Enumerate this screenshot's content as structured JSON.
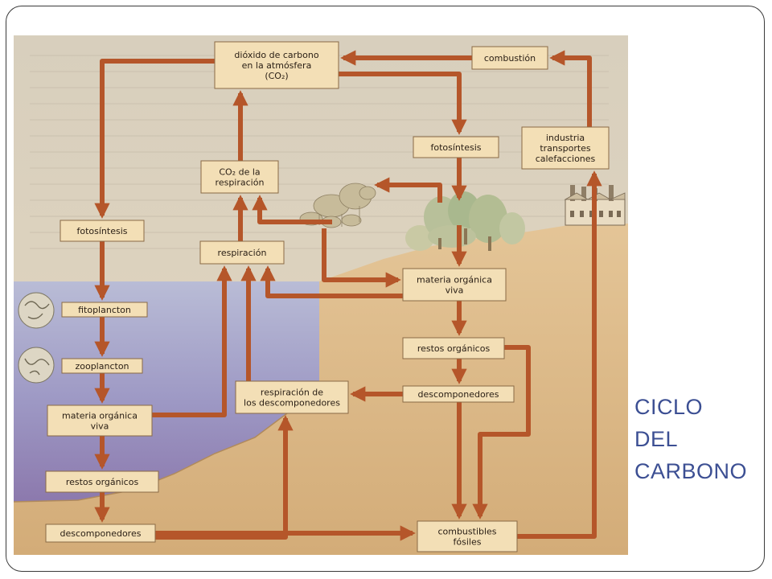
{
  "slide": {
    "title_lines": [
      "CICLO",
      "DEL",
      "CARBONO"
    ],
    "accent_color": "#3c4f93"
  },
  "diagram": {
    "arrow_color": "#b5562a",
    "water_color": "#8a88b8",
    "land_color": "#d9b585",
    "nodes": {
      "atmosphere_co2": {
        "lines": [
          "dióxido de carbono",
          "en la atmósfera",
          "(CO₂)"
        ]
      },
      "combustion": {
        "lines": [
          "combustión"
        ]
      },
      "industry": {
        "lines": [
          "industria",
          "transportes",
          "calefacciones"
        ]
      },
      "land_photosynthesis": {
        "lines": [
          "fotosíntesis"
        ]
      },
      "respiration_co2": {
        "lines": [
          "CO₂ de la",
          "respiración"
        ]
      },
      "respiration": {
        "lines": [
          "respiración"
        ]
      },
      "ocean_photosynthesis": {
        "lines": [
          "fotosíntesis"
        ]
      },
      "phytoplankton": {
        "lines": [
          "fitoplancton"
        ]
      },
      "zooplankton": {
        "lines": [
          "zooplancton"
        ]
      },
      "ocean_living_matter": {
        "lines": [
          "materia orgánica",
          "viva"
        ]
      },
      "ocean_remains": {
        "lines": [
          "restos orgánicos"
        ]
      },
      "ocean_decomposers": {
        "lines": [
          "descomponedores"
        ]
      },
      "land_living_matter": {
        "lines": [
          "materia orgánica",
          "viva"
        ]
      },
      "land_remains": {
        "lines": [
          "restos orgánicos"
        ]
      },
      "land_decomposers": {
        "lines": [
          "descomponedores"
        ]
      },
      "decomposer_respiration": {
        "lines": [
          "respiración de",
          "los descomponedores"
        ]
      },
      "fossil_fuels": {
        "lines": [
          "combustibles",
          "fósiles"
        ]
      }
    }
  }
}
